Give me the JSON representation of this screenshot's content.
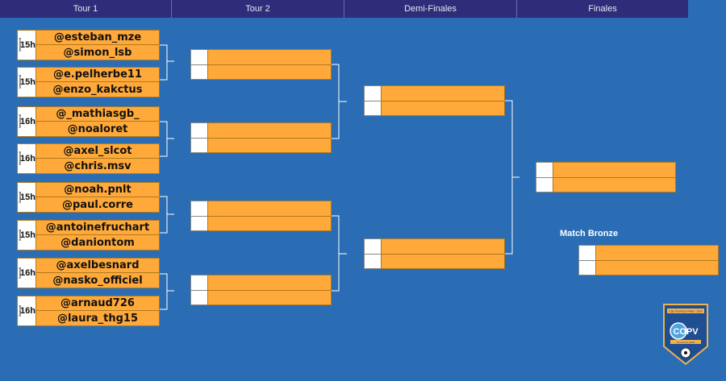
{
  "rounds": [
    "Tour 1",
    "Tour 2",
    "Demi-Finales",
    "Finales"
  ],
  "round1": [
    {
      "day": "Vendredi",
      "time": "15h",
      "p1": "@esteban_mze",
      "p2": "@simon_lsb"
    },
    {
      "day": "Vendredi",
      "time": "15h",
      "p1": "@e.pelherbe11",
      "p2": "@enzo_kakctus"
    },
    {
      "day": "Vendredi",
      "time": "16h",
      "p1": "@_mathiasgb_",
      "p2": "@noaloret"
    },
    {
      "day": "Vendredi",
      "time": "16h",
      "p1": "@axel_slcot",
      "p2": "@chris.msv"
    },
    {
      "day": "Samedi",
      "time": "15h",
      "p1": "@noah.pnlt",
      "p2": "@paul.corre"
    },
    {
      "day": "Samedi",
      "time": "15h",
      "p1": "@antoinefruchart",
      "p2": "@daniontom"
    },
    {
      "day": "Samedi",
      "time": "16h",
      "p1": "@axelbesnard",
      "p2": "@nasko_officiel"
    },
    {
      "day": "Samedi",
      "time": "16h",
      "p1": "@arnaud726",
      "p2": "@laura_thg15"
    }
  ],
  "bronze": {
    "label": "Match Bronze"
  },
  "logo": {
    "top_text": "Cap Chevreuse Padel - 2024",
    "mark": "COPV",
    "bottom_text": "Tournoi de padel"
  },
  "colors": {
    "background": "#2a6db4",
    "header": "#2f2c7a",
    "slot": "#ffa93a"
  }
}
